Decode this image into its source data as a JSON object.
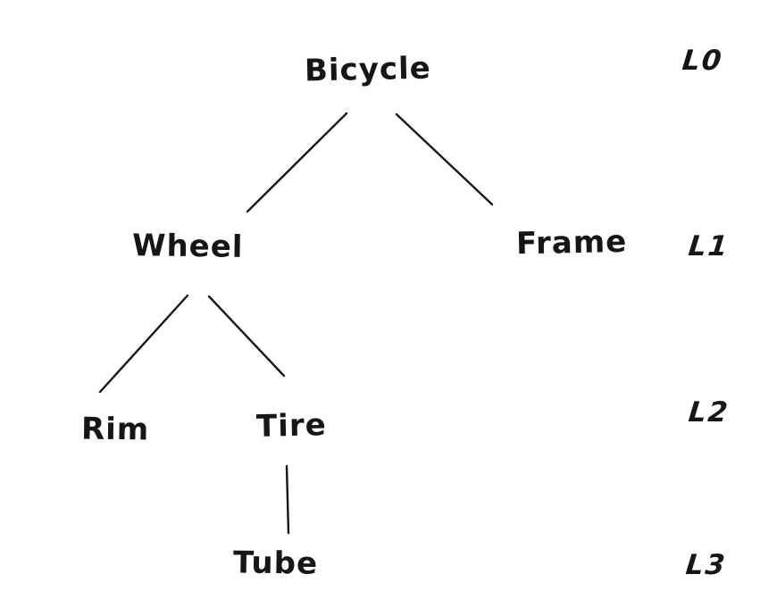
{
  "diagram": {
    "type": "tree",
    "description": "Hand-drawn component hierarchy tree of a bicycle with depth level labels",
    "root": "Bicycle",
    "nodes": [
      {
        "id": "bicycle",
        "label": "Bicycle",
        "level": 0,
        "parent": null
      },
      {
        "id": "wheel",
        "label": "Wheel",
        "level": 1,
        "parent": "bicycle"
      },
      {
        "id": "frame",
        "label": "Frame",
        "level": 1,
        "parent": "bicycle"
      },
      {
        "id": "rim",
        "label": "Rim",
        "level": 2,
        "parent": "wheel"
      },
      {
        "id": "tire",
        "label": "Tire",
        "level": 2,
        "parent": "wheel"
      },
      {
        "id": "tube",
        "label": "Tube",
        "level": 3,
        "parent": "tire"
      }
    ],
    "edges": [
      {
        "from": "bicycle",
        "to": "wheel"
      },
      {
        "from": "bicycle",
        "to": "frame"
      },
      {
        "from": "wheel",
        "to": "rim"
      },
      {
        "from": "wheel",
        "to": "tire"
      },
      {
        "from": "tire",
        "to": "tube"
      }
    ],
    "level_labels": [
      {
        "label": "L0"
      },
      {
        "label": "L1"
      },
      {
        "label": "L2"
      },
      {
        "label": "L3"
      }
    ]
  },
  "colors": {
    "ink": "#161616",
    "background": "#ffffff"
  }
}
